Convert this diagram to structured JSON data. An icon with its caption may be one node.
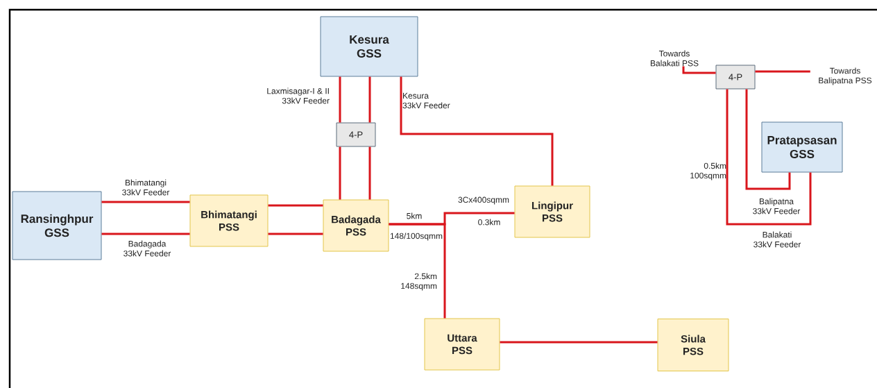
{
  "diagram": {
    "nodes": [
      {
        "text": [
          "Kesura GSS"
        ]
      },
      {
        "text": [
          "4-P"
        ]
      },
      {
        "text": [
          "Ransinghpur GSS"
        ]
      },
      {
        "text": [
          "Bhimatangi PSS"
        ]
      },
      {
        "text": [
          "Badagada PSS"
        ]
      },
      {
        "text": [
          "Lingipur PSS"
        ]
      },
      {
        "text": [
          "Uttara PSS"
        ]
      },
      {
        "text": [
          "Siula PSS"
        ]
      },
      {
        "text": [
          "4-P"
        ]
      },
      {
        "text": [
          "Pratapsasan GSS"
        ]
      },
      {
        "text": [
          "Towards Balakati PSS"
        ]
      },
      {
        "text": [
          "Towards Balipatna PSS"
        ]
      }
    ],
    "edges": [
      {
        "from": 0,
        "to": 1,
        "arrow": "none",
        "label": "Laxmisagar-I & II 33kV Feeder"
      },
      {
        "from": 0,
        "to": 1,
        "arrow": "none"
      },
      {
        "from": 1,
        "to": 4,
        "arrow": "none"
      },
      {
        "from": 1,
        "to": 4,
        "arrow": "none"
      },
      {
        "from": 0,
        "to": 5,
        "arrow": "none",
        "label": "Kesura 33kV Feeder"
      },
      {
        "from": 2,
        "to": 3,
        "arrow": "none",
        "label": "Bhimatangi 33kV Feeder"
      },
      {
        "from": 2,
        "to": 3,
        "arrow": "none",
        "label": "Badagada 33kV Feeder"
      },
      {
        "from": 3,
        "to": 4,
        "arrow": "none"
      },
      {
        "from": 3,
        "to": 4,
        "arrow": "none"
      },
      {
        "from": 4,
        "to": 5,
        "arrow": "none"
      },
      {
        "from": 4,
        "to": 6,
        "arrow": "none",
        "label": "2.5km 148sqmm"
      },
      {
        "from": 6,
        "to": 7,
        "arrow": "none"
      },
      {
        "from": 10,
        "to": 8,
        "arrow": "none"
      },
      {
        "from": 8,
        "to": 11,
        "arrow": "none"
      },
      {
        "from": 8,
        "to": 9,
        "arrow": "none",
        "label": "Balipatna 33kV Feeder"
      },
      {
        "from": 8,
        "to": 9,
        "arrow": "none",
        "label": "Balakati 33kV Feeder"
      }
    ],
    "labels": [
      "5km",
      "148/100sqmm",
      "3Cx400sqmm",
      "0.3km",
      "0.5km 100sqmm"
    ]
  }
}
